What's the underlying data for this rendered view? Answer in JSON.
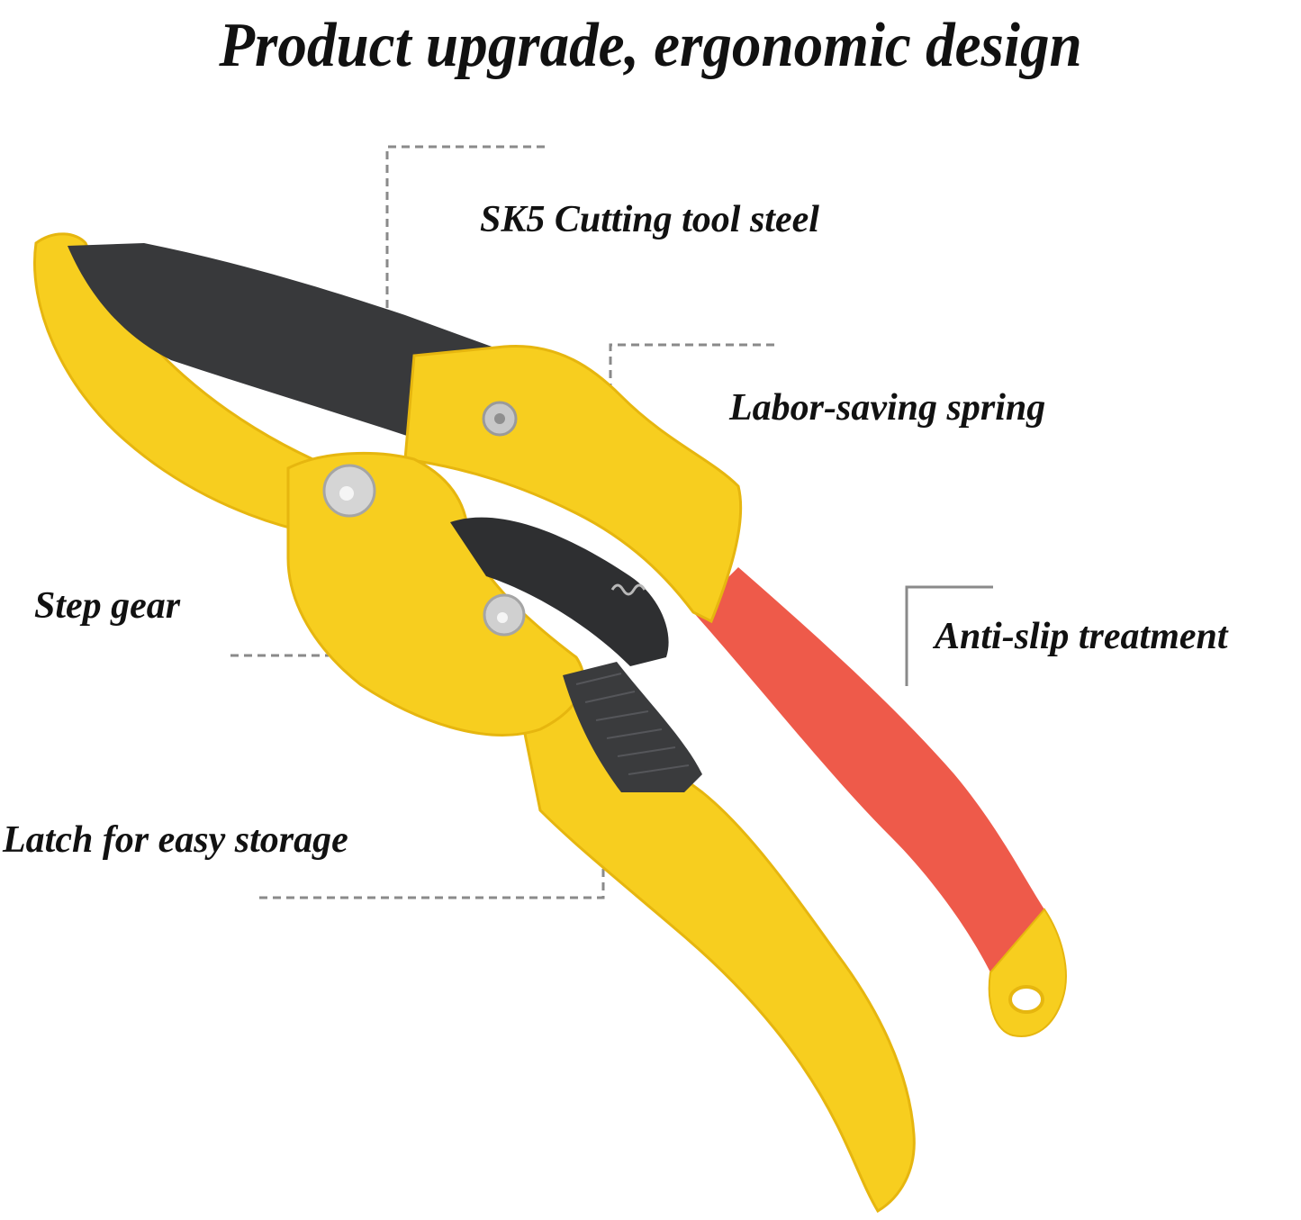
{
  "headline": "Product upgrade, ergonomic design",
  "product": {
    "name": "ratchet pruning shears",
    "colors": {
      "body_yellow": "#F7CE1F",
      "body_yellow_shadow": "#E6B60F",
      "blade_dark": "#38393B",
      "grip_red": "#EE5A4A",
      "rivet_silver": "#C8C8C8",
      "callout_line": "#8A8A8A"
    }
  },
  "callouts": [
    {
      "id": "blade",
      "label": "SK5 Cutting tool steel"
    },
    {
      "id": "spring",
      "label": "Labor-saving spring"
    },
    {
      "id": "gear",
      "label": "Step gear"
    },
    {
      "id": "grip",
      "label": "Anti-slip treatment"
    },
    {
      "id": "latch",
      "label": "Latch for easy storage"
    }
  ]
}
